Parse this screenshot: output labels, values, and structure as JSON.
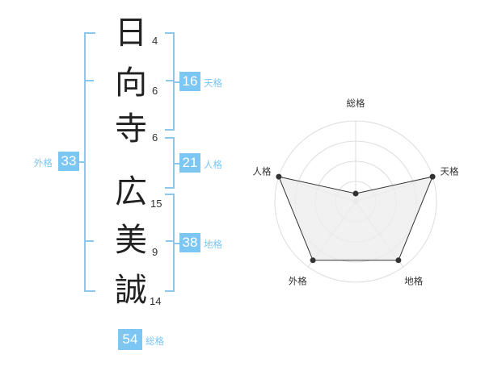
{
  "name": {
    "characters": [
      {
        "char": "日",
        "strokes": "4"
      },
      {
        "char": "向",
        "strokes": "6"
      },
      {
        "char": "寺",
        "strokes": "6"
      },
      {
        "char": "広",
        "strokes": "15"
      },
      {
        "char": "美",
        "strokes": "9"
      },
      {
        "char": "誠",
        "strokes": "14"
      }
    ]
  },
  "kaku": {
    "tenkaku": {
      "value": "16",
      "label": "天格"
    },
    "jinkaku": {
      "value": "21",
      "label": "人格"
    },
    "chikaku": {
      "value": "38",
      "label": "地格"
    },
    "gaikaku": {
      "value": "33",
      "label": "外格"
    },
    "soukaku": {
      "value": "54",
      "label": "総格"
    }
  },
  "chart_data": {
    "type": "radar",
    "axes": [
      "総格",
      "天格",
      "地格",
      "外格",
      "人格"
    ],
    "levels": 4,
    "max": 1,
    "values": [
      0.1,
      1.0,
      0.9,
      0.9,
      1.0
    ],
    "colors": {
      "line": "#333333",
      "fill": "#eeeeee",
      "grid": "#dddddd",
      "point": "#333333",
      "accent": "#7cc6f4"
    }
  }
}
